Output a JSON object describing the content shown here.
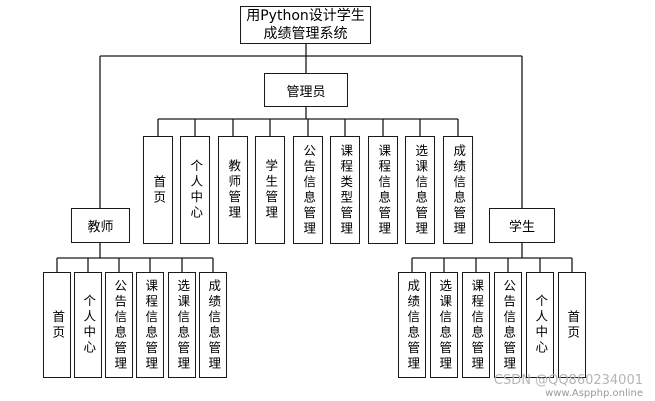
{
  "title": {
    "line1": "用Python设计学生",
    "line2": "成绩管理系统"
  },
  "admin": {
    "label": "管理员",
    "items": [
      "首页",
      "个人中心",
      "教师管理",
      "学生管理",
      "公告信息管理",
      "课程类型管理",
      "课程信息管理",
      "选课信息管理",
      "成绩信息管理"
    ]
  },
  "teacher": {
    "label": "教师",
    "items": [
      "首页",
      "个人中心",
      "公告信息管理",
      "课程信息管理",
      "选课信息管理",
      "成绩信息管理"
    ]
  },
  "student": {
    "label": "学生",
    "items": [
      "成绩信息管理",
      "选课信息管理",
      "课程信息管理",
      "公告信息管理",
      "个人中心",
      "首页"
    ]
  },
  "watermark": {
    "csdn": "CSDN @QQ860234001",
    "site": "www.Aspphp.online"
  }
}
